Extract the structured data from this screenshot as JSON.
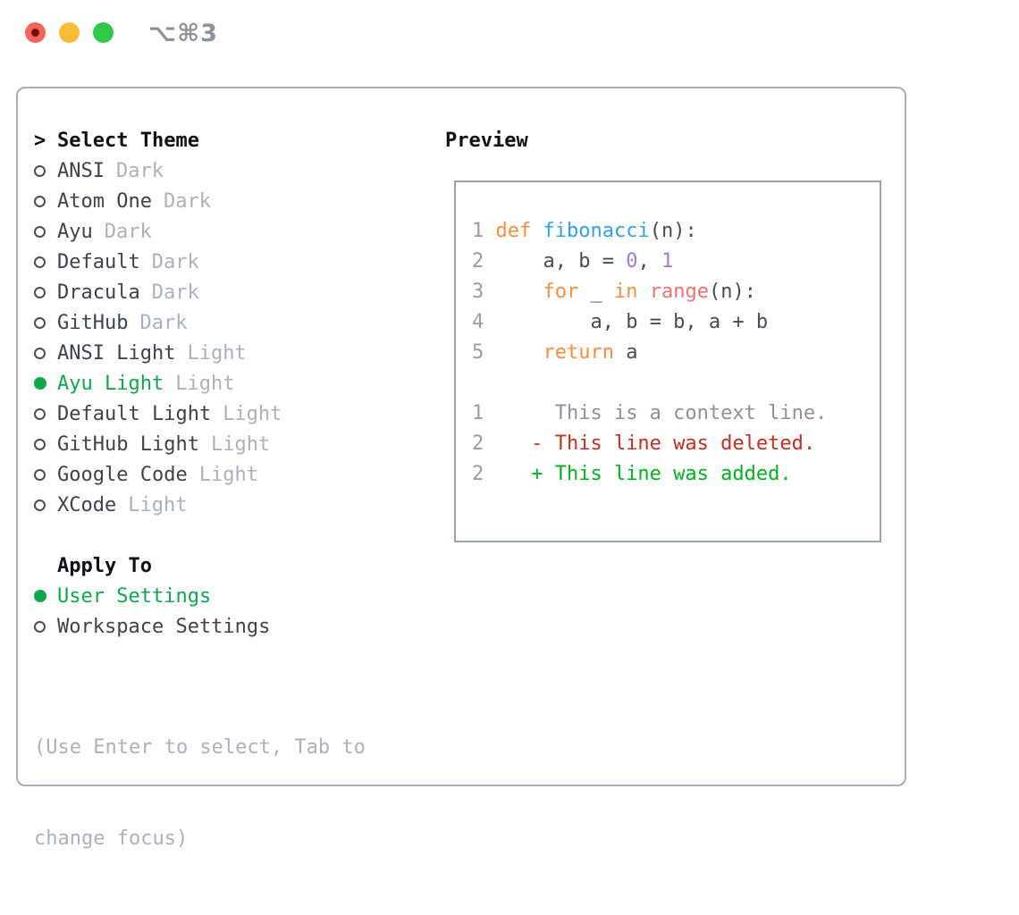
{
  "window": {
    "title": "⌥⌘3",
    "traffic_lights": [
      "close",
      "minimize",
      "zoom"
    ]
  },
  "theme_picker": {
    "marker": ">",
    "header": "Select Theme",
    "themes": [
      {
        "name": "ANSI",
        "tag": "Dark",
        "selected": false
      },
      {
        "name": "Atom One",
        "tag": "Dark",
        "selected": false
      },
      {
        "name": "Ayu",
        "tag": "Dark",
        "selected": false
      },
      {
        "name": "Default",
        "tag": "Dark",
        "selected": false
      },
      {
        "name": "Dracula",
        "tag": "Dark",
        "selected": false
      },
      {
        "name": "GitHub",
        "tag": "Dark",
        "selected": false
      },
      {
        "name": "ANSI Light",
        "tag": "Light",
        "selected": false
      },
      {
        "name": "Ayu Light",
        "tag": "Light",
        "selected": true
      },
      {
        "name": "Default Light",
        "tag": "Light",
        "selected": false
      },
      {
        "name": "GitHub Light",
        "tag": "Light",
        "selected": false
      },
      {
        "name": "Google Code",
        "tag": "Light",
        "selected": false
      },
      {
        "name": "XCode",
        "tag": "Light",
        "selected": false
      }
    ],
    "apply_to": {
      "header": "Apply To",
      "options": [
        {
          "name": "User Settings",
          "selected": true
        },
        {
          "name": "Workspace Settings",
          "selected": false
        }
      ]
    },
    "help_lines": [
      "(Use Enter to select, Tab to",
      "change focus)"
    ]
  },
  "preview": {
    "title": "Preview",
    "code_lines": [
      [
        [
          "dim",
          "1 "
        ],
        [
          "kw",
          "def"
        ],
        [
          "fg",
          " "
        ],
        [
          "fn",
          "fibonacci"
        ],
        [
          "fg",
          "(n):"
        ]
      ],
      [
        [
          "dim",
          "2 "
        ],
        [
          "fg",
          "    a, b = "
        ],
        [
          "num",
          "0"
        ],
        [
          "fg",
          ", "
        ],
        [
          "num",
          "1"
        ]
      ],
      [
        [
          "dim",
          "3 "
        ],
        [
          "fg",
          "    "
        ],
        [
          "kw",
          "for"
        ],
        [
          "fg",
          " _ "
        ],
        [
          "kw",
          "in"
        ],
        [
          "fg",
          " "
        ],
        [
          "bi",
          "range"
        ],
        [
          "fg",
          "(n):"
        ]
      ],
      [
        [
          "dim",
          "4 "
        ],
        [
          "fg",
          "        a, b = b, a + b"
        ]
      ],
      [
        [
          "dim",
          "5 "
        ],
        [
          "fg",
          "    "
        ],
        [
          "kw",
          "return"
        ],
        [
          "fg",
          " a"
        ]
      ],
      [],
      [
        [
          "dim",
          "1"
        ],
        [
          "ctx",
          "      This is a context line."
        ]
      ],
      [
        [
          "dim",
          "2"
        ],
        [
          "del",
          "    - This line was deleted."
        ]
      ],
      [
        [
          "dim",
          "2"
        ],
        [
          "add",
          "    + This line was added."
        ]
      ]
    ]
  },
  "colors": {
    "keyword_orange": "#FA8D3E",
    "function_blue": "#2FA1E9",
    "number_purple": "#A37ACC",
    "builtin_coral": "#F07171",
    "code_foreground": "#464C54",
    "line_number_gray": "#959DA8",
    "context_gray": "#8A929C",
    "deleted_red": "#C52F1D",
    "added_green": "#00B41F",
    "selection_green": "#0FA94C",
    "tag_gray": "#A9B2BC",
    "list_text": "#3C434C",
    "heading_black": "#0E1116",
    "frame_border": "#A8AFB6",
    "traffic_red": "#F4645C",
    "traffic_yellow": "#F8BD36",
    "traffic_green": "#31C748"
  }
}
